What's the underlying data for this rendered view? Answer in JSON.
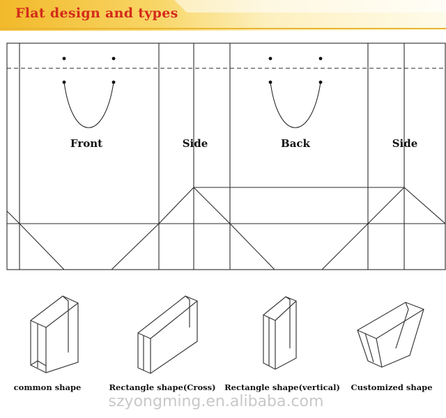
{
  "banner": {
    "title": "Flat design and types",
    "colors": {
      "gold": "#f5c842",
      "pale": "#fdf3c6",
      "title": "#d42a1c"
    }
  },
  "flat_layout": {
    "panels": [
      "Front",
      "Side",
      "Back",
      "Side"
    ]
  },
  "shapes": {
    "captions": [
      "common shape",
      "Rectangle shape(Cross)",
      "Rectangle shape(vertical)",
      "Customized shape"
    ]
  },
  "watermark": {
    "text": "szyongming.en.alibaba.com"
  }
}
